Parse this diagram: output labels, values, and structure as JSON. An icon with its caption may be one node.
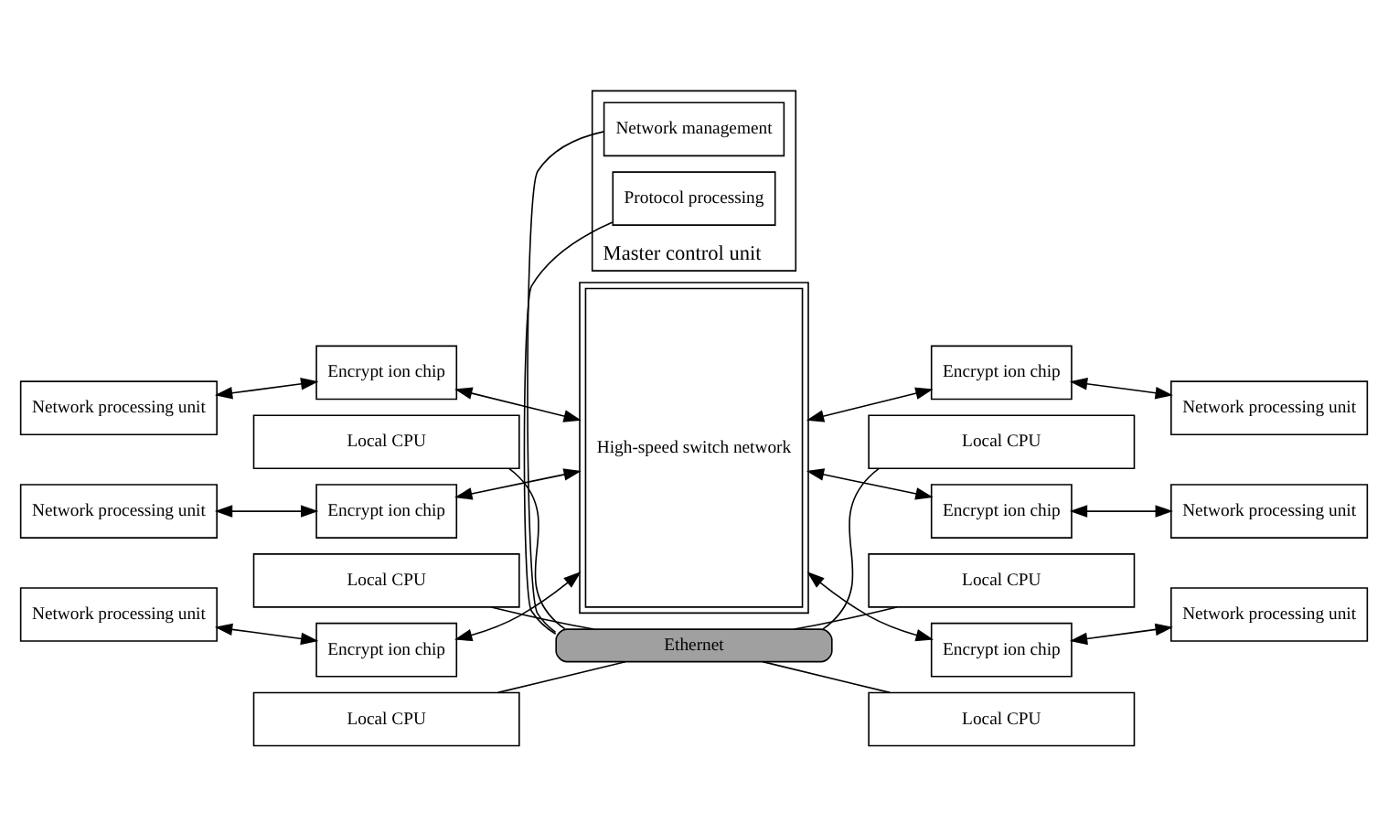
{
  "diagram": {
    "nodes": [
      {
        "text": [
          "High-speed switch network"
        ]
      },
      {
        "text": [
          "Network processing unit"
        ]
      },
      {
        "text": [
          "Encrypt ion chip"
        ]
      },
      {
        "text": [
          "Local CPU"
        ]
      },
      {
        "text": [
          "Network processing unit"
        ]
      },
      {
        "text": [
          "Encrypt ion chip"
        ]
      },
      {
        "text": [
          "Local CPU"
        ]
      },
      {
        "text": [
          "Network processing unit"
        ]
      },
      {
        "text": [
          "Encrypt ion chip"
        ]
      },
      {
        "text": [
          "Local CPU"
        ]
      },
      {
        "text": [
          "Encrypt ion chip"
        ]
      },
      {
        "text": [
          "Network processing unit"
        ]
      },
      {
        "text": [
          "Local CPU"
        ]
      },
      {
        "text": [
          "Encrypt ion chip"
        ]
      },
      {
        "text": [
          "Network processing unit"
        ]
      },
      {
        "text": [
          "Local CPU"
        ]
      },
      {
        "text": [
          "Encrypt ion chip"
        ]
      },
      {
        "text": [
          "Network processing unit"
        ]
      },
      {
        "text": [
          "Local CPU"
        ]
      },
      {
        "text": [
          "Ethernet"
        ]
      },
      {
        "text": [
          "Master control unit"
        ]
      },
      {
        "text": [
          "Protocol processing"
        ],
        "in": 20
      },
      {
        "text": [
          "Network management"
        ],
        "in": 20
      }
    ],
    "edges": [
      {
        "from": 1,
        "to": 2,
        "arrow": "both"
      },
      {
        "from": 2,
        "to": 0,
        "arrow": "both"
      },
      {
        "from": 4,
        "to": 5,
        "arrow": "both"
      },
      {
        "from": 5,
        "to": 0,
        "arrow": "both"
      },
      {
        "from": 7,
        "to": 8,
        "arrow": "both"
      },
      {
        "from": 8,
        "to": 0,
        "arrow": "both"
      },
      {
        "from": 0,
        "to": 10,
        "arrow": "both"
      },
      {
        "from": 10,
        "to": 11,
        "arrow": "both"
      },
      {
        "from": 0,
        "to": 13,
        "arrow": "both"
      },
      {
        "from": 13,
        "to": 14,
        "arrow": "both"
      },
      {
        "from": 0,
        "to": 16,
        "arrow": "both"
      },
      {
        "from": 16,
        "to": 17,
        "arrow": "both"
      },
      {
        "from": 3,
        "to": 19,
        "arrow": "none"
      },
      {
        "from": 6,
        "to": 19,
        "arrow": "none"
      },
      {
        "from": 9,
        "to": 19,
        "arrow": "none"
      },
      {
        "from": 12,
        "to": 19,
        "arrow": "none"
      },
      {
        "from": 15,
        "to": 19,
        "arrow": "none"
      },
      {
        "from": 18,
        "to": 19,
        "arrow": "none"
      },
      {
        "from": 19,
        "to": 21,
        "arrow": "none"
      },
      {
        "from": 19,
        "to": 22,
        "arrow": "none"
      }
    ]
  }
}
